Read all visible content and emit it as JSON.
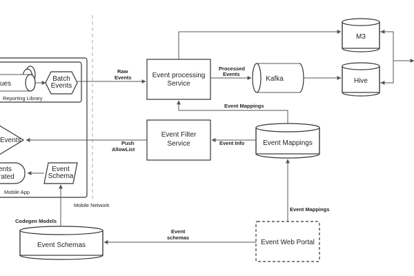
{
  "nodes": {
    "queues": "ues",
    "batch_events": [
      "Batch",
      "Events"
    ],
    "reporting_library": "Reporting Library",
    "events_diamond": "Events",
    "generated": [
      "ents",
      "rated"
    ],
    "event_schema": [
      "Event",
      "Schema"
    ],
    "mobile_app": "Mobile App",
    "mobile_network": "Mobile Network",
    "event_processing": [
      "Event processing",
      "Service"
    ],
    "kafka": "Kafka",
    "m3": "M3",
    "hive": "Hive",
    "event_filter": [
      "Event Filter",
      "Service"
    ],
    "event_mappings": "Event Mappings",
    "event_schemas": "Event Schemas",
    "event_web_portal": "Event Web Portal"
  },
  "edges": {
    "raw_events": [
      "Raw",
      "Events"
    ],
    "processed_events": [
      "Processed",
      "Events"
    ],
    "event_mappings_top": "Event Mappings",
    "push_allowlist": [
      "Push",
      "AllowList"
    ],
    "event_info": "Event Info",
    "event_mappings_portal": "Event Mappings",
    "codegen_models": "Codegen Models",
    "event_schemas_edge": [
      "Event",
      "schemas"
    ]
  }
}
